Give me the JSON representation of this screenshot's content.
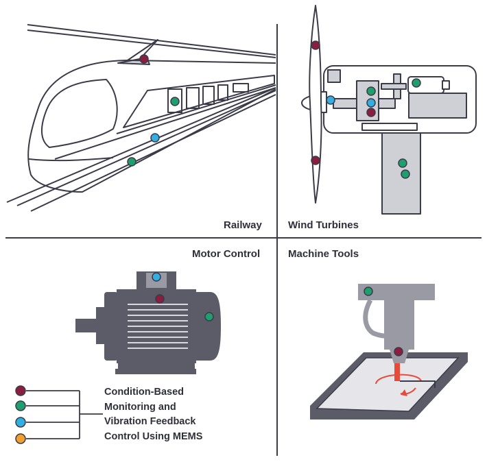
{
  "quadrants": {
    "railway": "Railway",
    "wind_turbines": "Wind Turbines",
    "motor_control": "Motor Control",
    "machine_tools": "Machine Tools"
  },
  "legend": {
    "lines": [
      "Condition-Based",
      "Monitoring and",
      "Vibration Feedback",
      "Control Using MEMS"
    ],
    "dot_colors": [
      "#8b1e3f",
      "#1f9e6e",
      "#33aee0",
      "#f0a030"
    ]
  },
  "colors": {
    "outline": "#3a3a48",
    "gray_fill": "#cfcfd6",
    "dark_gray": "#5b5c68",
    "mid_gray": "#9a9aa4",
    "maroon": "#8b1e3f",
    "green": "#1f9e6e",
    "blue": "#33aee0",
    "orange": "#f0a030",
    "red_arrow": "#e84a3a"
  }
}
